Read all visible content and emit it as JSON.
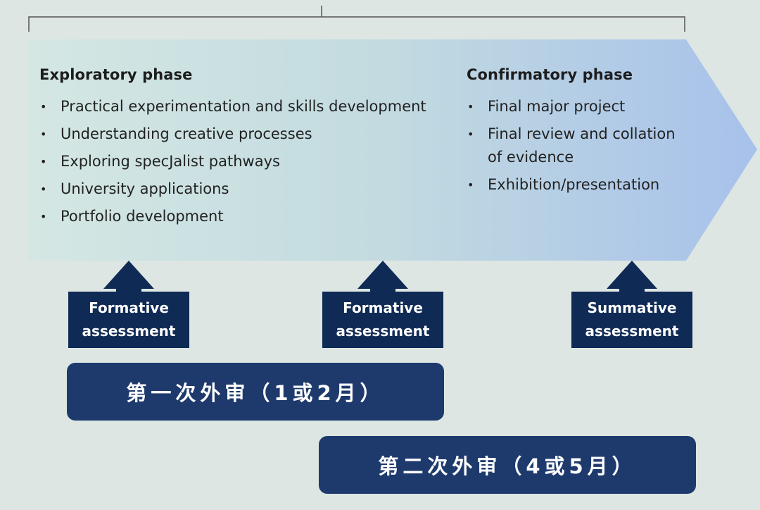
{
  "phases": {
    "exploratory": {
      "title": "Exploratory phase",
      "items": [
        "Practical experimentation and skills development",
        "Understanding creative processes",
        "Exploring specJalist pathways",
        "University applications",
        "Portfolio development"
      ]
    },
    "confirmatory": {
      "title": "Confirmatory phase",
      "items": [
        "Final major project",
        "Final review and collation of evidence",
        "Exhibition/presentation"
      ]
    }
  },
  "assessments": [
    {
      "line1": "Formative",
      "line2": "assessment"
    },
    {
      "line1": "Formative",
      "line2": "assessment"
    },
    {
      "line1": "Summative",
      "line2": "assessment"
    }
  ],
  "reviews": {
    "first": "第一次外审（1或2月）",
    "second": "第二次外审（4或5月）"
  },
  "colors": {
    "background": "#dde6e3",
    "band_start": "#d3e6e3",
    "band_end": "#a9c3ea",
    "assessment_box": "#0f2a55",
    "review_box": "#1e3a6d"
  }
}
